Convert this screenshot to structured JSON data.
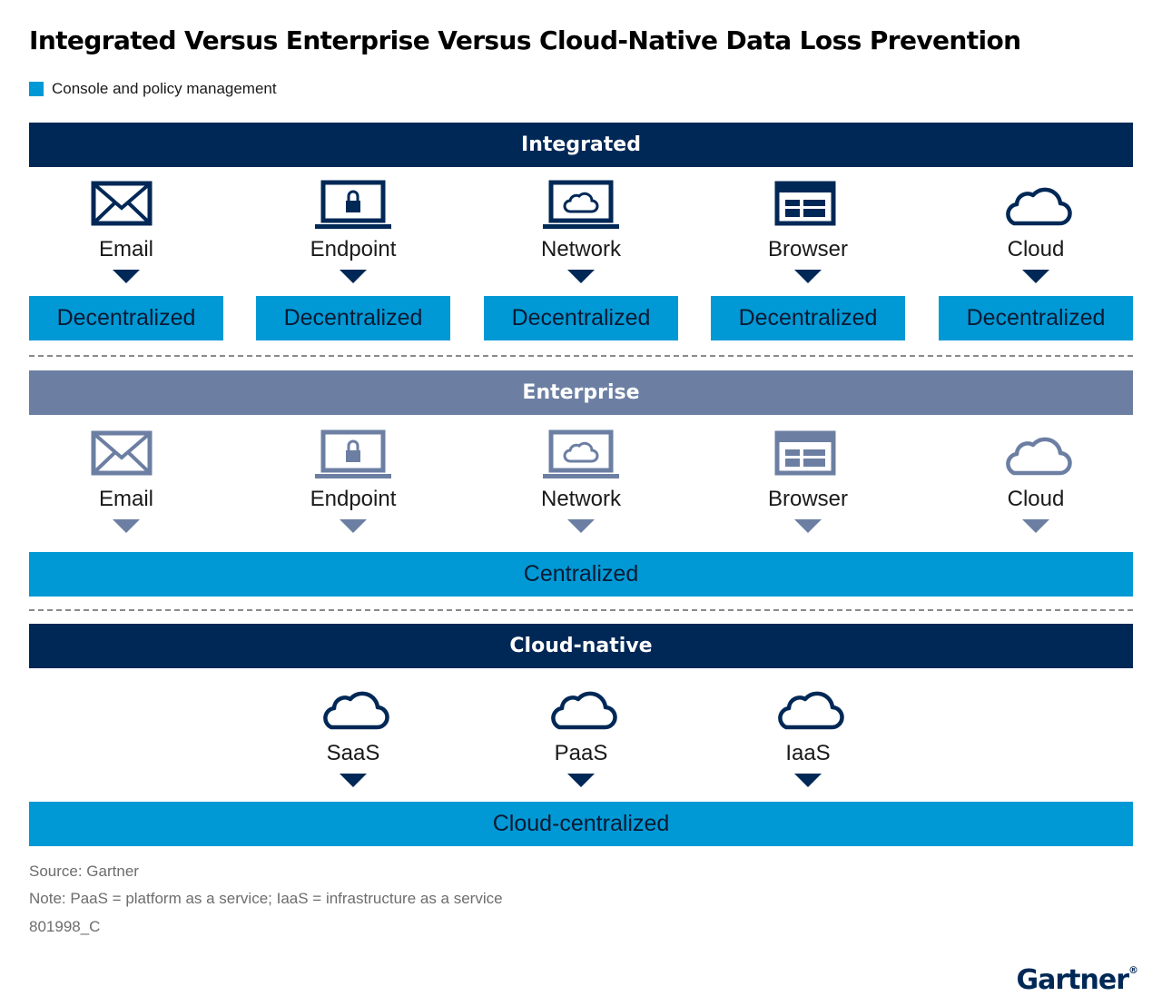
{
  "title": "Integrated Versus Enterprise Versus Cloud-Native Data Loss Prevention",
  "legend": {
    "label": "Console and policy management",
    "color": "#0099d5"
  },
  "colors": {
    "dark_navy": "#002856",
    "slate": "#6c7fa3",
    "accent_blue": "#0099d5"
  },
  "sections": {
    "integrated": {
      "header": "Integrated",
      "items": [
        {
          "label": "Email",
          "icon": "envelope-icon"
        },
        {
          "label": "Endpoint",
          "icon": "laptop-lock-icon"
        },
        {
          "label": "Network",
          "icon": "laptop-cloud-icon"
        },
        {
          "label": "Browser",
          "icon": "browser-window-icon"
        },
        {
          "label": "Cloud",
          "icon": "cloud-icon"
        }
      ],
      "boxes": [
        "Decentralized",
        "Decentralized",
        "Decentralized",
        "Decentralized",
        "Decentralized"
      ]
    },
    "enterprise": {
      "header": "Enterprise",
      "items": [
        {
          "label": "Email",
          "icon": "envelope-icon"
        },
        {
          "label": "Endpoint",
          "icon": "laptop-lock-icon"
        },
        {
          "label": "Network",
          "icon": "laptop-cloud-icon"
        },
        {
          "label": "Browser",
          "icon": "browser-window-icon"
        },
        {
          "label": "Cloud",
          "icon": "cloud-icon"
        }
      ],
      "box": "Centralized"
    },
    "cloud_native": {
      "header": "Cloud-native",
      "items": [
        {
          "label": "SaaS",
          "icon": "cloud-icon"
        },
        {
          "label": "PaaS",
          "icon": "cloud-icon"
        },
        {
          "label": "IaaS",
          "icon": "cloud-icon"
        }
      ],
      "box": "Cloud-centralized"
    }
  },
  "footer": {
    "source": "Source: Gartner",
    "note": "Note: PaaS = platform as a service; IaaS = infrastructure as a service",
    "id": "801998_C"
  },
  "logo": {
    "text": "Gartner",
    "mark": "®"
  }
}
